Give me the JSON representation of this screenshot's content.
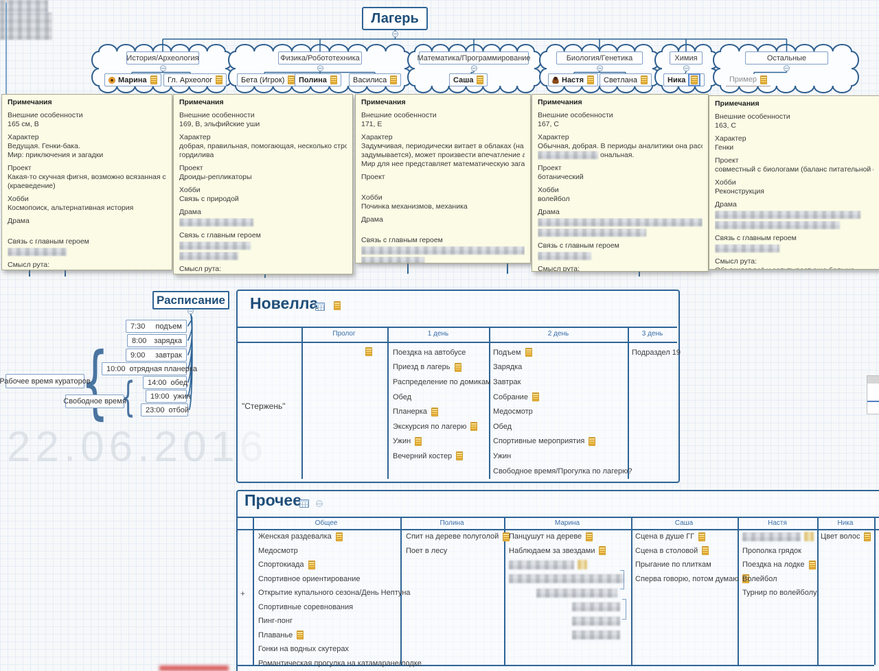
{
  "page": {
    "watermark": "22.06.2016"
  },
  "colors": {
    "accent": "#2e6496",
    "title_text": "#1f4e79",
    "note_bg": "#fbfbe6",
    "note_icon": "#f7c64a",
    "header_text": "#3a6ea8"
  },
  "map": {
    "root": "Лагерь",
    "clouds": [
      {
        "topic": "История/Археология",
        "members": [
          {
            "name": "Марина",
            "bold": true,
            "badge": "flower-badge-icon",
            "note": true
          },
          {
            "name": "Гл. Археолог",
            "note": true
          }
        ]
      },
      {
        "topic": "Физика/Робототехника",
        "members": [
          {
            "name": "Бета (Игрок)",
            "note": true
          },
          {
            "name": "Полина",
            "bold": true,
            "note": true
          },
          {
            "name": "Василиса",
            "note": true
          }
        ]
      },
      {
        "topic": "Математика/Программирование",
        "members": [
          {
            "name": "Саша",
            "bold": true,
            "note": true
          }
        ]
      },
      {
        "topic": "Биология/Генетика",
        "members": [
          {
            "name": "Настя",
            "bold": true,
            "badge": "person-badge-icon",
            "note": true
          },
          {
            "name": "Светлана",
            "note": true
          }
        ]
      },
      {
        "topic": "Химия",
        "members": [
          {
            "name": "Ника",
            "bold": true,
            "note": true,
            "note_selected": true
          }
        ]
      },
      {
        "topic": "Остальные",
        "members": [
          {
            "name": "Пример",
            "muted": true,
            "note": true,
            "redact_after": true
          }
        ]
      }
    ]
  },
  "notes": [
    {
      "title": "Примечания",
      "fields": [
        {
          "label": "Внешние особенности",
          "lines": [
            "165 см, В"
          ]
        },
        {
          "label": "Характер",
          "lines": [
            "Ведущая. Генки-бака.",
            "Мир: приключения и загадки"
          ]
        },
        {
          "label": "Проект",
          "lines": [
            "Какая-то скучная фигня, возможно всязанная с местностью",
            "(краеведение)"
          ]
        },
        {
          "label": "Хобби",
          "lines": [
            "Космопоиск, альтернативная история"
          ]
        },
        {
          "label": "Драма",
          "lines": [],
          "blank": true
        },
        {
          "label": "Связь с главным героем",
          "lines": [],
          "redacts": [
            86
          ]
        },
        {
          "label": "Смысл рута:",
          "lines": [],
          "redacts": [
            224,
            196
          ]
        }
      ]
    },
    {
      "title": "Примечания",
      "fields": [
        {
          "label": "Внешние особенности",
          "lines": [
            "169, В, эльфийские уши"
          ]
        },
        {
          "label": "Характер",
          "lines": [
            "добрая, правильная, помогающая, несколько строгая, немного",
            "гордилива"
          ]
        },
        {
          "label": "Проект",
          "lines": [
            "Дроиды-репликаторы"
          ]
        },
        {
          "label": "Хобби",
          "lines": [
            "Связь с природой"
          ]
        },
        {
          "label": "Драма",
          "lines": [],
          "redacts": [
            108
          ]
        },
        {
          "label": "Связь с главным героем",
          "lines": [],
          "redacts": [
            104,
            86
          ]
        },
        {
          "label": "Смысл рута:",
          "lines": [],
          "redacts": [
            156,
            214
          ]
        }
      ]
    },
    {
      "title": "Примечания",
      "fields": [
        {
          "label": "Внешние особенности",
          "lines": [
            "171, Е"
          ]
        },
        {
          "label": "Характер",
          "lines": [
            "Задумчивая, периодически витает в облаках (на самом деле",
            "задумывается), может произвести впечатление аутистки.",
            "Мир для нее представляет математическую загадку."
          ]
        },
        {
          "label": "Проект",
          "lines": [],
          "blank": true
        },
        {
          "label": "Хобби",
          "lines": [
            "Починка механизмов, механика"
          ]
        },
        {
          "label": "Драма",
          "lines": [],
          "blank": true
        },
        {
          "label": "Связь с главным героем",
          "lines": [],
          "redacts": [
            238,
            92
          ]
        },
        {
          "label": "Смысл рута:",
          "lines": [],
          "redacts": [
            226
          ]
        }
      ]
    },
    {
      "title": "Примечания",
      "fields": [
        {
          "label": "Внешние особенности",
          "lines": [
            "167, С"
          ]
        },
        {
          "label": "Характер",
          "lines": [
            "Обычная, добрая. В периоды аналитики она рассудительная и",
            {
              "redact_w": 88,
              "text": "ональная."
            }
          ]
        },
        {
          "label": "Проект",
          "lines": [
            "ботанический"
          ]
        },
        {
          "label": "Хобби",
          "lines": [
            "волейбол"
          ]
        },
        {
          "label": "Драма",
          "lines": [],
          "redacts": [
            240,
            158
          ]
        },
        {
          "label": "Связь с главным героем",
          "lines": [],
          "redacts": [
            78
          ]
        },
        {
          "label": "Смысл рута:",
          "lines": [],
          "redacts": [
            212,
            148
          ]
        }
      ]
    },
    {
      "title": "Примечания",
      "fields": [
        {
          "label": "Внешние особенности",
          "lines": [
            "163, С"
          ]
        },
        {
          "label": "Характер",
          "lines": [
            "Генки"
          ]
        },
        {
          "label": "Проект",
          "lines": [
            "совместный с биологами (баланс питательной смеси почвы)"
          ]
        },
        {
          "label": "Хобби",
          "lines": [
            "Реконструкция"
          ]
        },
        {
          "label": "Драма",
          "lines": [],
          "redacts": [
            212,
            182
          ]
        },
        {
          "label": "Связь с главным героем",
          "lines": [],
          "redacts": [
            94
          ]
        },
        {
          "label": "Смысл рута:",
          "lines": [
            "Объясняет всё и запутывает еще больше"
          ]
        }
      ]
    }
  ],
  "schedule": {
    "title": "Расписание",
    "brace_glyph": "{",
    "items": [
      {
        "time": "7:30",
        "label": "подъем"
      },
      {
        "time": "8:00",
        "label": "зарядка"
      },
      {
        "time": "9:00",
        "label": "завтрак"
      },
      {
        "time": "10:00",
        "label": "отрядная планерка"
      },
      {
        "time": "14:00",
        "label": "обед"
      },
      {
        "time": "19:00",
        "label": "ужин"
      },
      {
        "time": "23:00",
        "label": "отбой"
      }
    ],
    "braces": [
      {
        "label": "Рабочее время кураторов"
      },
      {
        "label": "Свободное время"
      }
    ]
  },
  "novella": {
    "title": "Новелла",
    "icons": [
      "insert-table-icon",
      "note-icon"
    ],
    "columns": [
      "Пролог",
      "1 день",
      "2 день",
      "3 день"
    ],
    "row_label": "\"Стержень\"",
    "prolog_redacted": true,
    "day1": [
      {
        "text": "Поездка на автобусе"
      },
      {
        "text": "Приезд в лагерь",
        "note": true
      },
      {
        "text": "Распределение по домикам"
      },
      {
        "text": "Обед"
      },
      {
        "text": "Планерка",
        "note": true
      },
      {
        "text": "Экскурсия по лагерю",
        "note": true
      },
      {
        "text": "Ужин",
        "note": true
      },
      {
        "text": "Вечерний костер",
        "note": true
      }
    ],
    "day2": [
      {
        "text": "Подъем",
        "note": true
      },
      {
        "text": "Зарядка"
      },
      {
        "text": "Завтрак"
      },
      {
        "text": "Собрание",
        "note": true
      },
      {
        "text": "Медосмотр"
      },
      {
        "text": "Обед"
      },
      {
        "text": "Спортивные мероприятия",
        "note": true
      },
      {
        "text": "Ужин"
      },
      {
        "text": "Свободное время/Прогулка по лагерю?"
      }
    ],
    "day3": [
      {
        "text": "Подраздел 19"
      }
    ]
  },
  "prochee": {
    "title": "Прочее",
    "icons": [
      "insert-table-icon",
      "collapse-icon"
    ],
    "plus_cell": "+",
    "columns": [
      "Общее",
      "Полина",
      "Марина",
      "Саша",
      "Настя",
      "Ника"
    ],
    "obshchee": [
      {
        "text": "Женская раздевалка",
        "note": true
      },
      {
        "text": "Медосмотр"
      },
      {
        "text": "Спортокиада",
        "note": true
      },
      {
        "text": "Спортивное ориентирование"
      },
      {
        "text": "Открытие купального сезона/День Нептуна"
      },
      {
        "text": "Спортивные соревнования"
      },
      {
        "text": "Пинг-понг"
      },
      {
        "text": "Плаванье",
        "note": true
      },
      {
        "text": "Гонки на водных скутерах"
      },
      {
        "text": "Романтическая прогулка на катамаране/лодке"
      }
    ],
    "polina": [
      {
        "text": "Спит на дереве полуголой",
        "note": true
      },
      {
        "text": "Поет в лесу"
      }
    ],
    "marina": [
      {
        "text": "Панцушут на дереве",
        "note": true
      },
      {
        "text": "Наблюдаем за звездами",
        "note": true
      },
      {
        "redact": 95,
        "note_redact": true
      },
      {
        "redact": 168
      },
      {
        "redact": 118,
        "indent": 40
      },
      {
        "redact": 70,
        "indent": 92
      },
      {
        "redact": 70,
        "indent": 92
      },
      {
        "redact": 70,
        "indent": 92
      }
    ],
    "sasha": [
      {
        "text": "Сцена в душе ГГ",
        "note": true
      },
      {
        "text": "Сцена в столовой",
        "note": true
      },
      {
        "text": "Прыгание по плиткам"
      },
      {
        "text": "Сперва говорю, потом думаю",
        "note": true
      }
    ],
    "nastya": [
      {
        "redact": 85,
        "note_redact": true
      },
      {
        "text": "Прополка грядок"
      },
      {
        "text": "Поездка на лодке",
        "note": true
      },
      {
        "text": "Волейбол"
      },
      {
        "text": "Турнир по волейболу"
      }
    ],
    "nika": [
      {
        "text": "Цвет волос",
        "note": true
      }
    ]
  }
}
